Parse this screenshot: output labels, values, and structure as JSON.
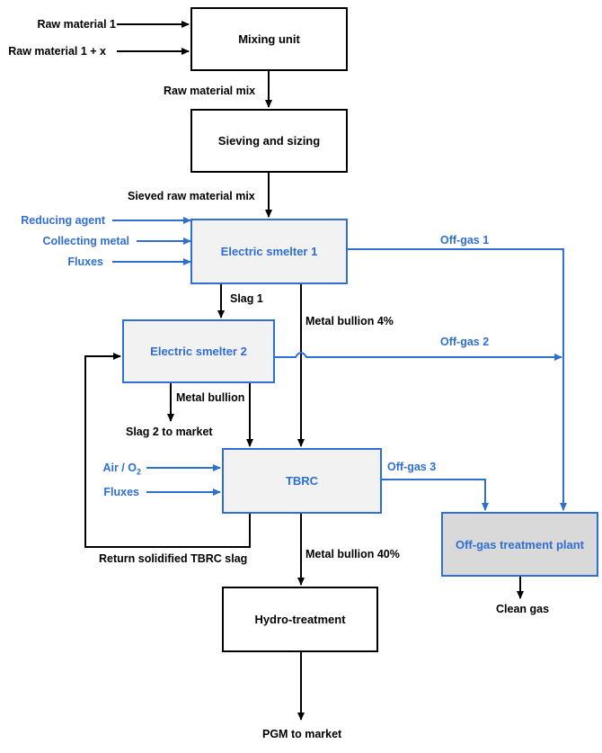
{
  "colors": {
    "process": "#2f6fd3",
    "default": "#000000",
    "box_fill_light": "#f2f2f2",
    "box_fill_dark": "#d9d9d9"
  },
  "nodes": {
    "mixing_unit": "Mixing unit",
    "sieving_sizing": "Sieving and sizing",
    "electric_smelter_1": "Electric smelter 1",
    "electric_smelter_2": "Electric smelter 2",
    "tbrc": "TBRC",
    "offgas_plant": "Off-gas treatment plant",
    "hydro_treatment": "Hydro-treatment"
  },
  "inputs": {
    "raw_material_1": "Raw material 1",
    "raw_material_1x": "Raw material 1 + x",
    "reducing_agent": "Reducing agent",
    "collecting_metal": "Collecting metal",
    "fluxes_1": "Fluxes",
    "air_o2_prefix": "Air / O",
    "air_o2_sub": "2",
    "fluxes_2": "Fluxes"
  },
  "flows": {
    "raw_material_mix": "Raw material mix",
    "sieved_mix": "Sieved raw material mix",
    "slag_1": "Slag 1",
    "metal_bullion_4": "Metal bullion 4%",
    "metal_bullion": "Metal bullion",
    "slag_2_market": "Slag 2 to market",
    "return_slag": "Return solidified TBRC slag",
    "metal_bullion_40": "Metal bullion 40%",
    "pgm_market": "PGM to market",
    "offgas_1": "Off-gas 1",
    "offgas_2": "Off-gas 2",
    "offgas_3": "Off-gas 3",
    "clean_gas": "Clean gas"
  }
}
